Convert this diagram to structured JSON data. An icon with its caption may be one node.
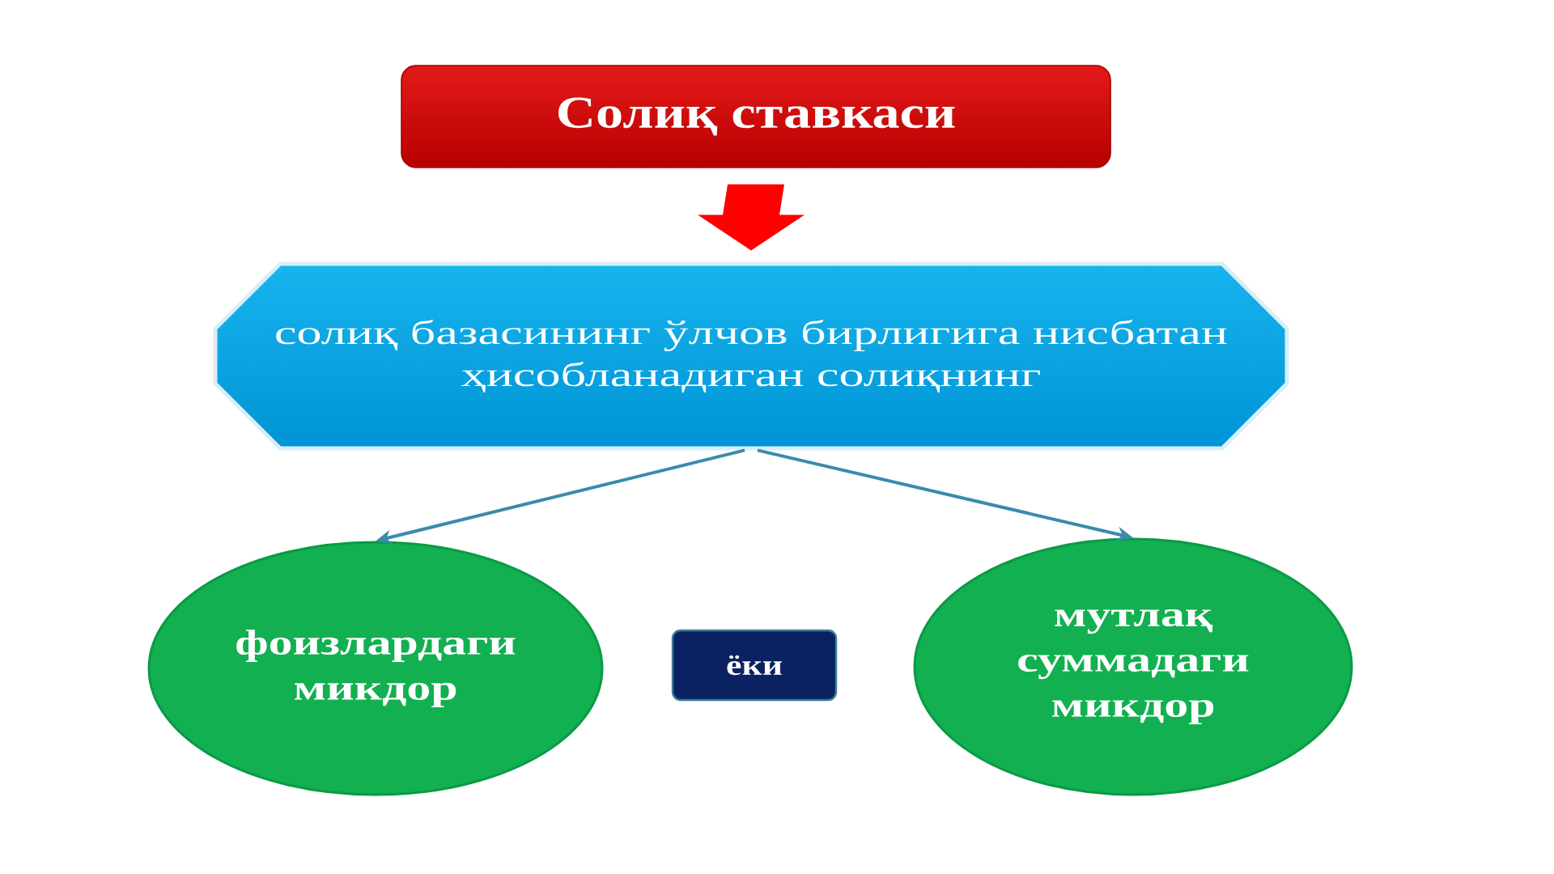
{
  "diagram": {
    "nodes": [
      {
        "text": [
          "Солиқ ставкаси"
        ]
      },
      {
        "text": [
          "солиқ базасининг ўлчов бирлигига нисбатан ҳисобланадиган солиқнинг"
        ]
      },
      {
        "text": [
          "фоизлардаги микдор"
        ]
      },
      {
        "text": [
          "мутлақ суммадаги микдор"
        ]
      },
      {
        "text": [
          "ёки"
        ]
      }
    ],
    "edges": [
      {
        "from": 0,
        "to": 1,
        "arrow": "to",
        "style": "thick",
        "color": "#ff0000"
      },
      {
        "from": 1,
        "to": 2,
        "arrow": "to"
      },
      {
        "from": 1,
        "to": 3,
        "arrow": "to"
      }
    ]
  }
}
